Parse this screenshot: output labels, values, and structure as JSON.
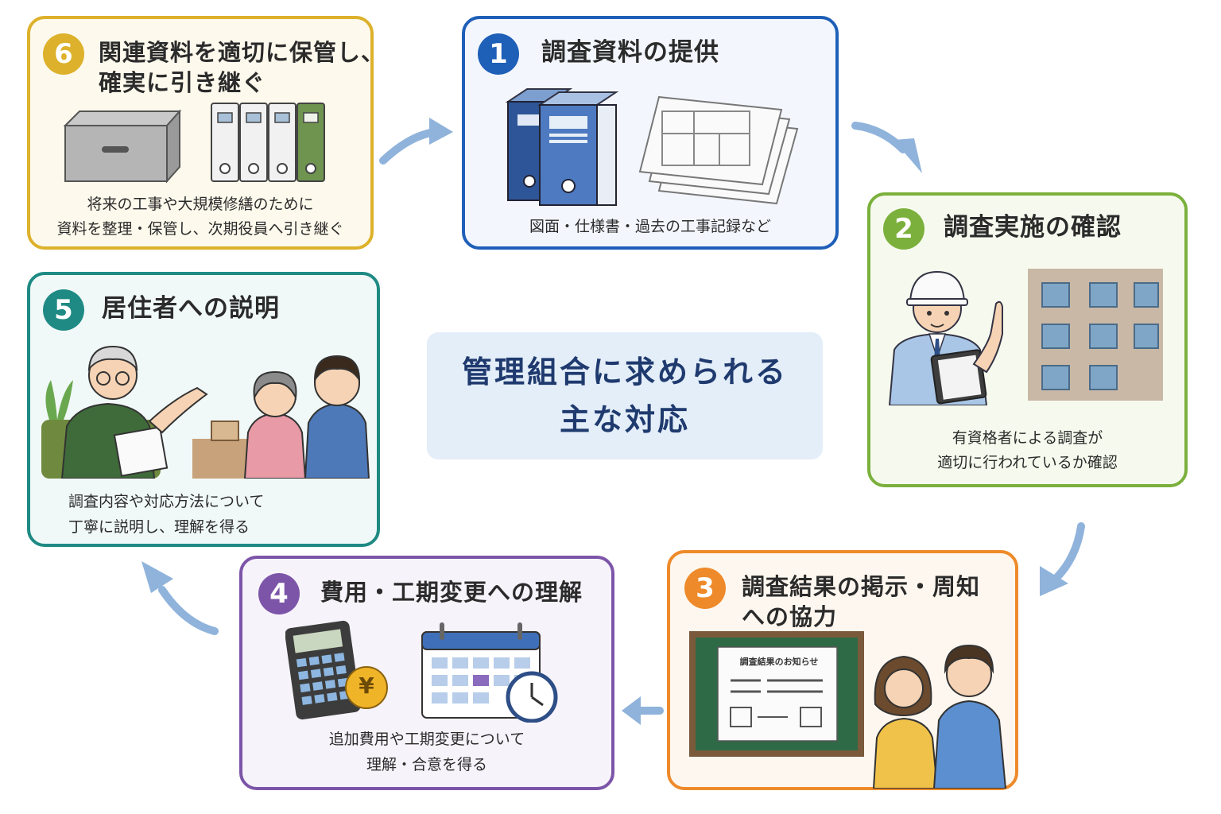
{
  "center": {
    "line1": "管理組合に求められる",
    "line2": "主な対応"
  },
  "colors": {
    "step1": "#1e5fb8",
    "step2": "#7bb03c",
    "step3": "#ee8a2a",
    "step4": "#7c55a8",
    "step5": "#1f8a84",
    "step6": "#ddb12b",
    "arrow": "#8fb3db"
  },
  "steps": [
    {
      "number": "1",
      "title": "調査資料の提供",
      "desc": [
        "図面・仕様書・過去の工事記録など"
      ]
    },
    {
      "number": "2",
      "title": "調査実施の確認",
      "desc": [
        "有資格者による調査が",
        "適切に行われているか確認"
      ]
    },
    {
      "number": "3",
      "title": [
        "調査結果の掲示・周知",
        "への協力"
      ],
      "desc": [],
      "board_text": "調査結果のお知らせ"
    },
    {
      "number": "4",
      "title": "費用・工期変更への理解",
      "desc": [
        "追加費用や工期変更について",
        "理解・合意を得る"
      ],
      "currency": "¥"
    },
    {
      "number": "5",
      "title": "居住者への説明",
      "desc": [
        "調査内容や対応方法について",
        "丁寧に説明し、理解を得る"
      ]
    },
    {
      "number": "6",
      "title": [
        "関連資料を適切に保管し、",
        "確実に引き継ぐ"
      ],
      "desc": [
        "将来の工事や大規模修繕のために",
        "資料を整理・保管し、次期役員へ引き継ぐ"
      ]
    }
  ]
}
